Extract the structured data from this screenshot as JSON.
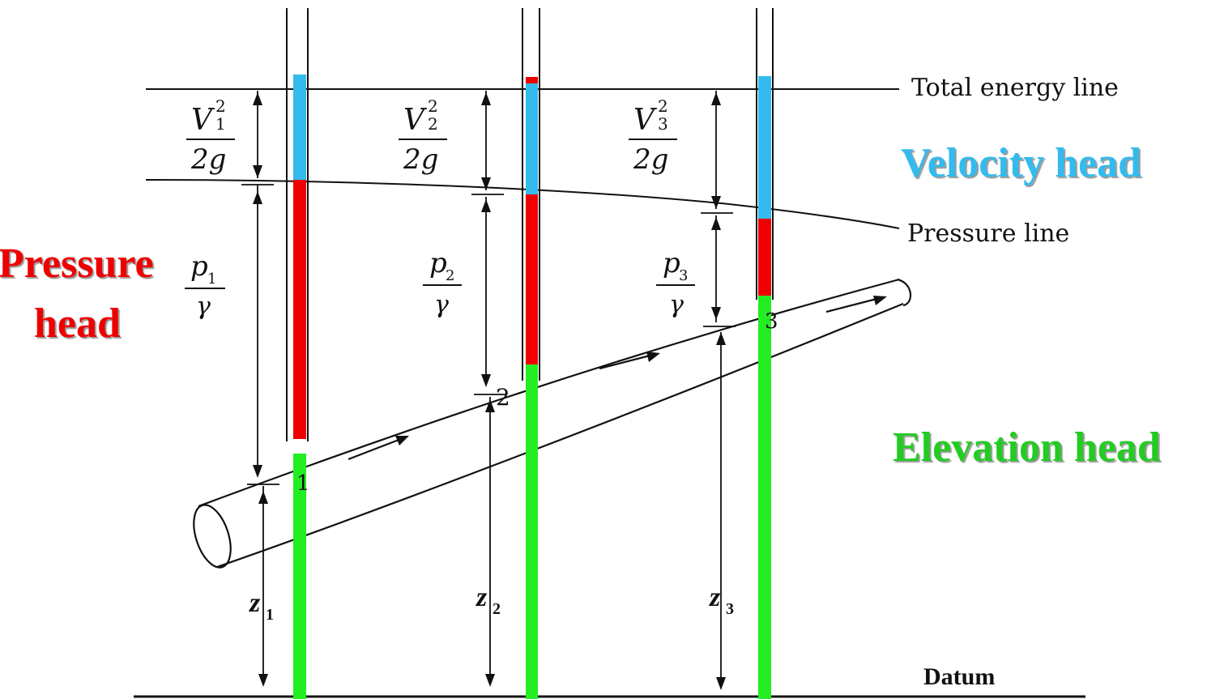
{
  "labels": {
    "total_energy_line": "Total energy line",
    "pressure_line": "Pressure line",
    "datum": "Datum",
    "velocity_head": "Velocity head",
    "pressure_head_line1": "Pressure",
    "pressure_head_line2": "head",
    "elevation_head": "Elevation head"
  },
  "symbols": {
    "v1": "V",
    "v1_sup": "2",
    "v1_sub": "1",
    "g1": "2g",
    "v2": "V",
    "v2_sup": "2",
    "v2_sub": "2",
    "g2": "2g",
    "v3": "V",
    "v3_sup": "2",
    "v3_sub": "3",
    "g3": "2g",
    "p1": "p",
    "p1_sub": "1",
    "gamma1": "γ",
    "p2": "p",
    "p2_sub": "2",
    "gamma2": "γ",
    "p3": "p",
    "p3_sub": "3",
    "gamma3": "γ",
    "z1": "z",
    "z1_sub": "1",
    "z2": "z",
    "z2_sub": "2",
    "z3": "z",
    "z3_sub": "3",
    "section1": "1",
    "section2": "2",
    "section3": "3"
  },
  "colors": {
    "velocity_head": "#33bbee",
    "pressure_head": "#ee0000",
    "elevation_head": "#22ee22",
    "velocity_label": "#33bbee",
    "pressure_label": "#ee0000",
    "elevation_label": "#22cc22",
    "ink": "#111111"
  }
}
